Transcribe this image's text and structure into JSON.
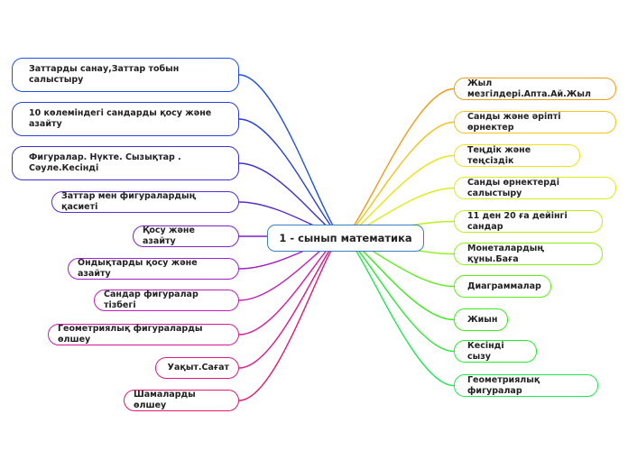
{
  "central": {
    "label": "1 - сынып математика"
  },
  "left_topics": [
    {
      "label": "Заттарды санау,Заттар тобын салыстыру",
      "color": "#1f4fe6"
    },
    {
      "label": "10 көлеміндегі сандарды қосу және азайту",
      "color": "#2b3fd8"
    },
    {
      "label": "Фигуралар. Нүкте. Сызықтар . Сәуле.Кесінді",
      "color": "#3a2fd0"
    },
    {
      "label": "Заттар мен фигуралардың қасиеті",
      "color": "#5a2ad0"
    },
    {
      "label": "Қосу және азайту",
      "color": "#7a22cc"
    },
    {
      "label": "Ондықтарды қосу және азайту",
      "color": "#a01fc8"
    },
    {
      "label": "Сандар фигуралар тізбегі",
      "color": "#c41cb4"
    },
    {
      "label": "Геометриялық фигураларды өлшеу",
      "color": "#d41a9c"
    },
    {
      "label": "Уақыт.Сағат",
      "color": "#dc1a86"
    },
    {
      "label": "Шамаларды өлшеу",
      "color": "#e01a70"
    }
  ],
  "right_topics": [
    {
      "label": "Жыл мезгілдері.Апта.Ай.Жыл",
      "color": "#f09a1a"
    },
    {
      "label": "Санды және әріпті өрнектер",
      "color": "#f2c21a"
    },
    {
      "label": "Теңдік және теңсіздік",
      "color": "#eee21a"
    },
    {
      "label": "Санды өрнектерді салыстыру",
      "color": "#dcee1a"
    },
    {
      "label": "11 ден 20 ға дейінгі сандар",
      "color": "#bcf01a"
    },
    {
      "label": "Монеталардың құны.Баға",
      "color": "#8ef01a"
    },
    {
      "label": "Диаграммалар",
      "color": "#5cee1a"
    },
    {
      "label": "Жиын",
      "color": "#38ec1a"
    },
    {
      "label": "Кесінді сызу",
      "color": "#28ea30"
    },
    {
      "label": "Геометриялық фигуралар",
      "color": "#20e650"
    }
  ]
}
